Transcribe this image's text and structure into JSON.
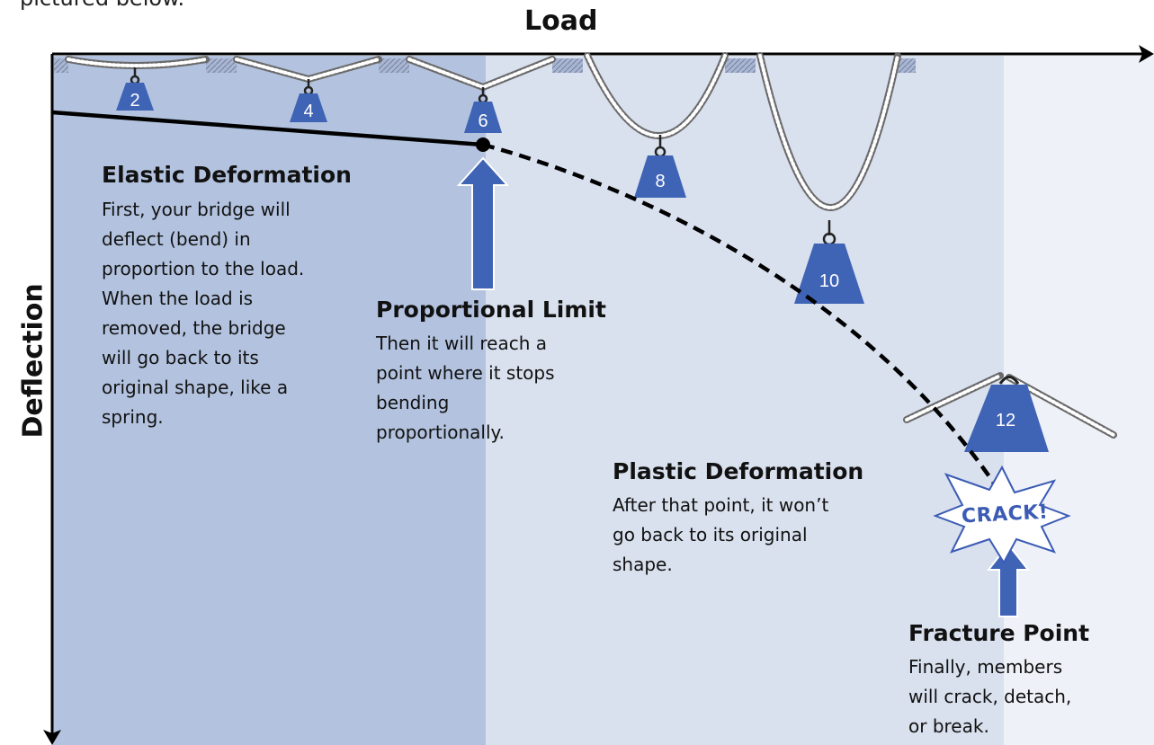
{
  "intro_text": "pictured below.",
  "axes": {
    "x_label": "Load",
    "y_label": "Deflection"
  },
  "weights": [
    {
      "label": "2"
    },
    {
      "label": "4"
    },
    {
      "label": "6"
    },
    {
      "label": "8"
    },
    {
      "label": "10"
    },
    {
      "label": "12"
    }
  ],
  "crack_label": "CRACK!",
  "sections": {
    "elastic": {
      "title": "Elastic Deformation",
      "lines": [
        "First, your bridge will",
        "deflect (bend) in",
        "proportion to the load.",
        "When the load is",
        "removed, the bridge",
        "will go back to its",
        "original shape, like a",
        "spring."
      ]
    },
    "proportional": {
      "title": "Proportional Limit",
      "lines": [
        "Then it will reach a",
        "point where it stops",
        "bending",
        "proportionally."
      ]
    },
    "plastic": {
      "title": "Plastic Deformation",
      "lines": [
        "After that point, it won’t",
        "go back to its original",
        "shape."
      ]
    },
    "fracture": {
      "title": "Fracture Point",
      "lines": [
        "Finally, members",
        "will crack, detach,",
        "or break."
      ]
    }
  },
  "colors": {
    "elastic_region": "#b3c3df",
    "plastic_region": "#d9e0ee",
    "fracture_region": "#eef1f7",
    "weight_fill": "#3f63b5",
    "arrow_fill": "#3f63b5",
    "curve": "#000000"
  }
}
